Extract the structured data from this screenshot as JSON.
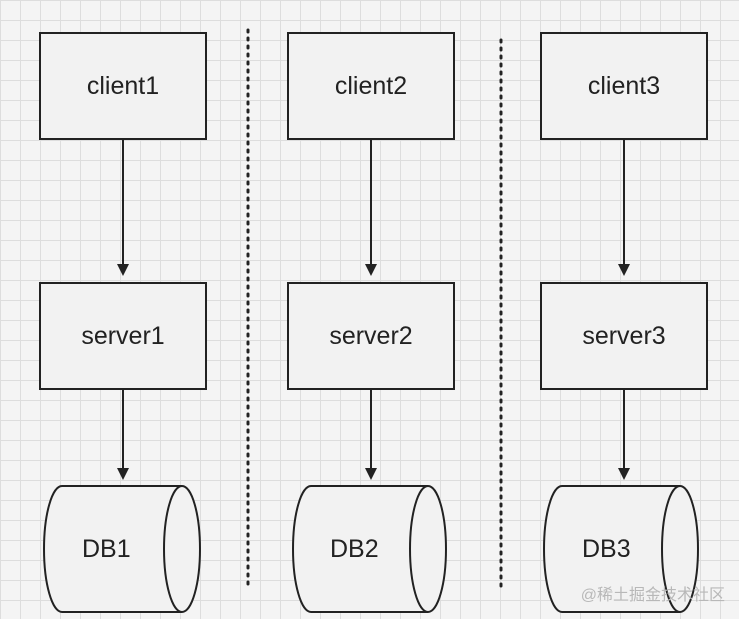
{
  "columns": [
    {
      "client": "client1",
      "server": "server1",
      "db": "DB1"
    },
    {
      "client": "client2",
      "server": "server2",
      "db": "DB2"
    },
    {
      "client": "client3",
      "server": "server3",
      "db": "DB3"
    }
  ],
  "watermark": "@稀土掘金技术社区",
  "colors": {
    "stroke": "#222222",
    "box_fill": "#f2f2f2",
    "grid": "#dddddd",
    "watermark": "#b8b8b8"
  }
}
